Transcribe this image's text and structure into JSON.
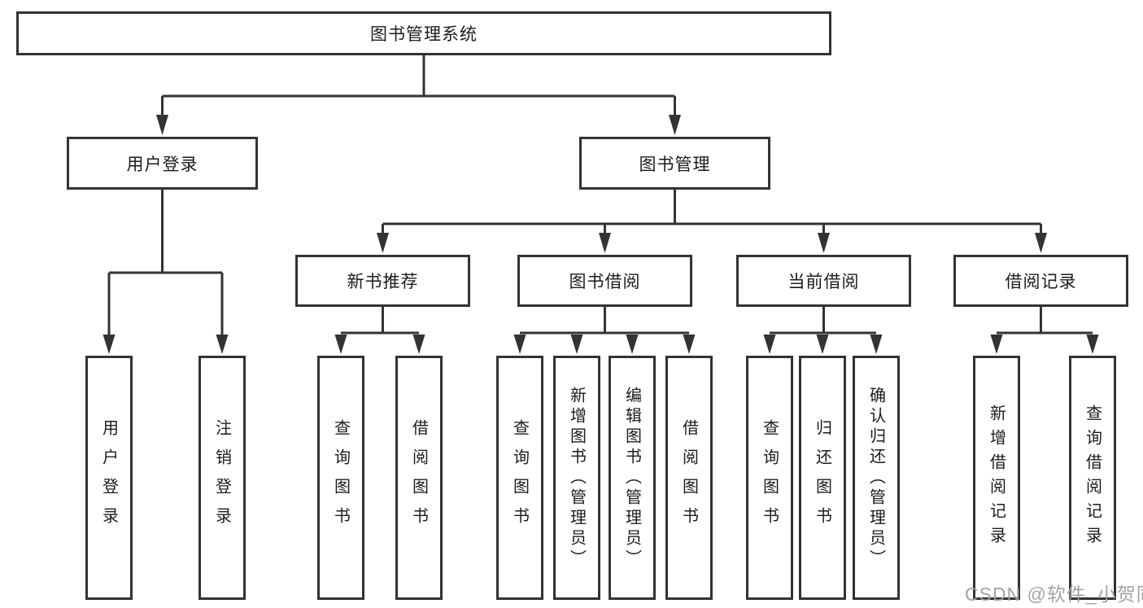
{
  "diagram": {
    "root": "图书管理系统",
    "branches": [
      {
        "label": "用户登录",
        "children": [
          "用户登录",
          "注销登录"
        ]
      },
      {
        "label": "图书管理",
        "sections": [
          {
            "label": "新书推荐",
            "children": [
              "查询图书",
              "借阅图书"
            ]
          },
          {
            "label": "图书借阅",
            "children": [
              "查询图书",
              "新增图书（管理员）",
              "编辑图书（管理员）",
              "借阅图书"
            ]
          },
          {
            "label": "当前借阅",
            "children": [
              "查询图书",
              "归还图书",
              "确认归还（管理员）"
            ]
          },
          {
            "label": "借阅记录",
            "children": [
              "新增借阅记录",
              "查询借阅记录"
            ]
          }
        ]
      }
    ],
    "watermark": "CSDN @软件_小贺同学",
    "colors": {
      "line": "#333333",
      "box_border": "#333333",
      "text": "#1c1c1c",
      "watermark": "#9e9e9e",
      "background": "#ffffff"
    }
  }
}
